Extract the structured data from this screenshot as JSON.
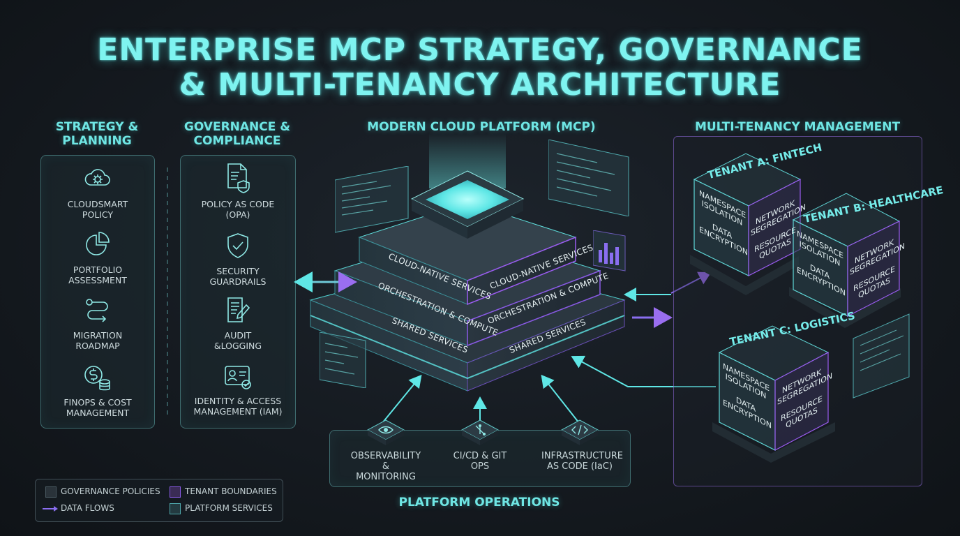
{
  "title": {
    "line1": "ENTERPRISE MCP STRATEGY, GOVERNANCE",
    "line2": "& MULTI-TENANCY ARCHITECTURE"
  },
  "strategy": {
    "heading": "STRATEGY &\nPLANNING",
    "items": [
      {
        "label": "CLOUDSMART\nPOLICY",
        "icon": "cloud-gear-icon"
      },
      {
        "label": "PORTFOLIO\nASSESSMENT",
        "icon": "pie-chart-icon"
      },
      {
        "label": "MIGRATION\nROADMAP",
        "icon": "route-icon"
      },
      {
        "label": "FINOPS & COST\nMANAGEMENT",
        "icon": "dollar-coins-icon"
      }
    ]
  },
  "governance": {
    "heading": "GOVERNANCE &\nCOMPLIANCE",
    "items": [
      {
        "label": "POLICY AS CODE\n(OPA)",
        "icon": "document-shield-icon"
      },
      {
        "label": "SECURITY\nGUARDRAILS",
        "icon": "shield-check-icon"
      },
      {
        "label": "AUDIT\n&LOGGING",
        "icon": "document-pen-icon"
      },
      {
        "label": "IDENTITY & ACCESS\nMANAGEMENT (IAM)",
        "icon": "id-card-icon"
      }
    ]
  },
  "platform": {
    "heading": "MODERN CLOUD PLATFORM (MCP)",
    "layers": [
      {
        "left": "CLOUD-NATIVE SERVICES",
        "right": "CLOUD-NATIVE SERVICES"
      },
      {
        "left": "ORCHESTRATION & COMPUTE",
        "right": "ORCHESTRATION & COMPUTE"
      },
      {
        "left": "SHARED SERVICES",
        "right": "SHARED SERVICES"
      }
    ]
  },
  "operations": {
    "heading": "PLATFORM OPERATIONS",
    "items": [
      {
        "label": "OBSERVABILITY &\nMONITORING",
        "icon": "eye-icon"
      },
      {
        "label": "CI/CD & GIT\nOPS",
        "icon": "git-icon"
      },
      {
        "label": "INFRASTRUCTURE\nAS CODE (IaC)",
        "icon": "code-icon"
      }
    ]
  },
  "tenancy": {
    "heading": "MULTI-TENANCY MANAGEMENT",
    "tenants": [
      {
        "name": "TENANT A: FINTECH",
        "left": "NAMESPACE\nISOLATION\n\nDATA\nENCRYPTION",
        "right": "NETWORK\nSEGREGATION\n\nRESOURCE\nQUOTAS"
      },
      {
        "name": "TENANT B: HEALTHCARE",
        "left": "NAMESPACE\nISOLATION\n\nDATA\nENCRYPTION",
        "right": "NETWORK\nSEGREGATION\n\nRESOURCE\nQUOTAS"
      },
      {
        "name": "TENANT C: LOGISTICS",
        "left": "NAMESPACE\nISOLATION\n\nDATA\nENCRYPTION",
        "right": "NETWORK\nSEGREGATION\n\nRESOURCE\nQUOTAS"
      }
    ]
  },
  "legend": {
    "governance": "GOVERNANCE POLICIES",
    "tenant": "TENANT BOUNDARIES",
    "flows": "DATA FLOWS",
    "platform": "PLATFORM SERVICES"
  },
  "colors": {
    "accent": "#6fe6e4",
    "purple": "#9a5cf0",
    "panel_border": "#5fb8b8"
  }
}
